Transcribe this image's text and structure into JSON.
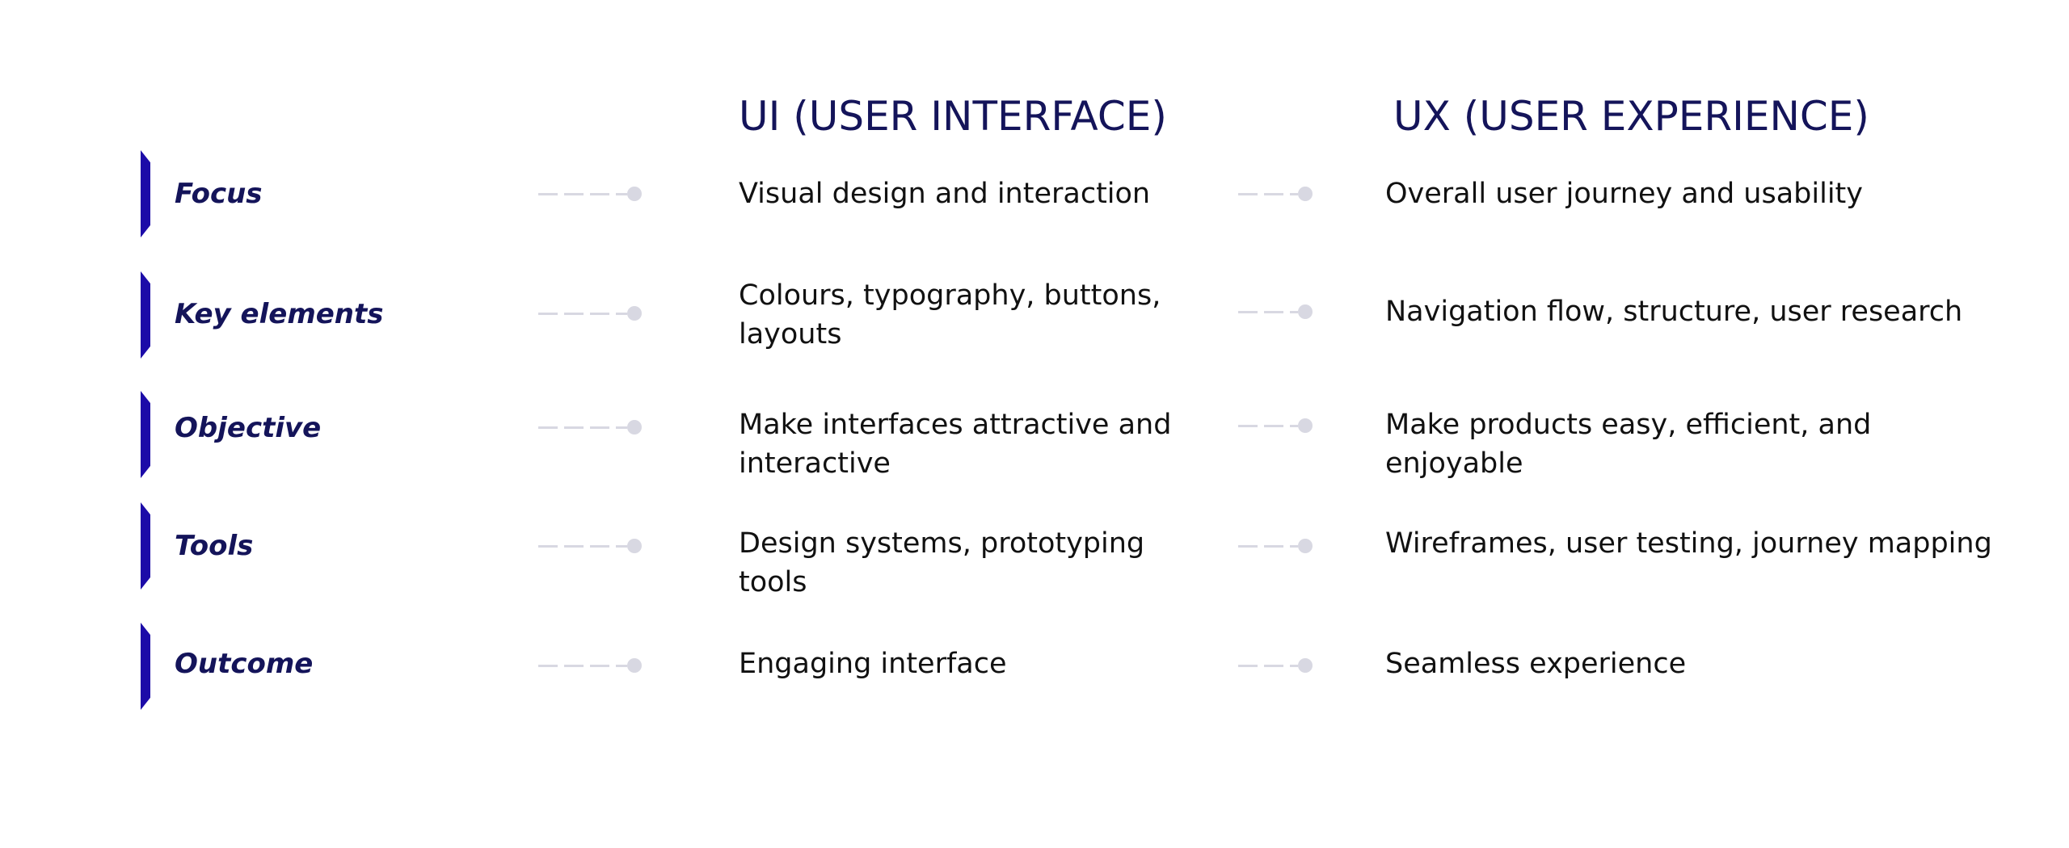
{
  "headers": {
    "ui": "UI (USER INTERFACE)",
    "ux": "UX (USER EXPERIENCE)"
  },
  "rows": [
    {
      "label": "Focus",
      "ui": "Visual design and interaction",
      "ux": "Overall user journey and usability"
    },
    {
      "label": "Key elements",
      "ui": "Colours, typography, buttons, layouts",
      "ux": "Navigation flow, structure, user research"
    },
    {
      "label": "Objective",
      "ui": "Make interfaces attractive and interactive",
      "ux": "Make products easy, efficient, and enjoyable"
    },
    {
      "label": "Tools",
      "ui": "Design systems, prototyping tools",
      "ux": "Wireframes, user testing, journey mapping"
    },
    {
      "label": "Outcome",
      "ui": "Engaging interface",
      "ux": "Seamless experience"
    }
  ],
  "colors": {
    "accent_bar": "#1c0ba8",
    "heading": "#14145a",
    "connector": "#d8d8e2",
    "body_text": "#111111"
  },
  "icons": {
    "connector": "dashed-line-with-dot"
  }
}
